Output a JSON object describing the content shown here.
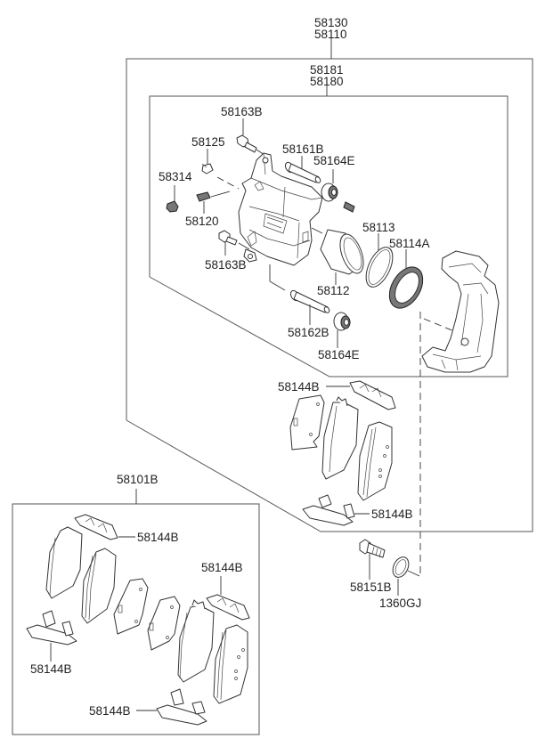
{
  "diagram": {
    "title": "Front brake caliper assembly exploded parts diagram",
    "colors": {
      "line": "#333333",
      "frame": "#555555",
      "background": "#ffffff"
    },
    "labels": {
      "assembly_top_1": "58130",
      "assembly_top_2": "58110",
      "caliper_assy_1": "58181",
      "caliper_assy_2": "58180",
      "bolt_upper": "58163B",
      "bleeder_cap": "58125",
      "guide_pin_upper": "58161B",
      "boot_upper": "58164E",
      "cap_58314": "58314",
      "bleeder_screw": "58120",
      "bolt_lower": "58163B",
      "piston_seal": "58113",
      "piston_boot": "58114A",
      "piston": "58112",
      "guide_pin_lower": "58162B",
      "boot_lower": "58164E",
      "shim_upper": "58144B",
      "shim_lower": "58144B",
      "pad_kit": "58101B",
      "kit_clip_1": "58144B",
      "kit_clip_2": "58144B",
      "kit_clip_3": "58144B",
      "kit_clip_4": "58144B",
      "mount_bolt": "58151B",
      "washer": "1360GJ"
    }
  }
}
